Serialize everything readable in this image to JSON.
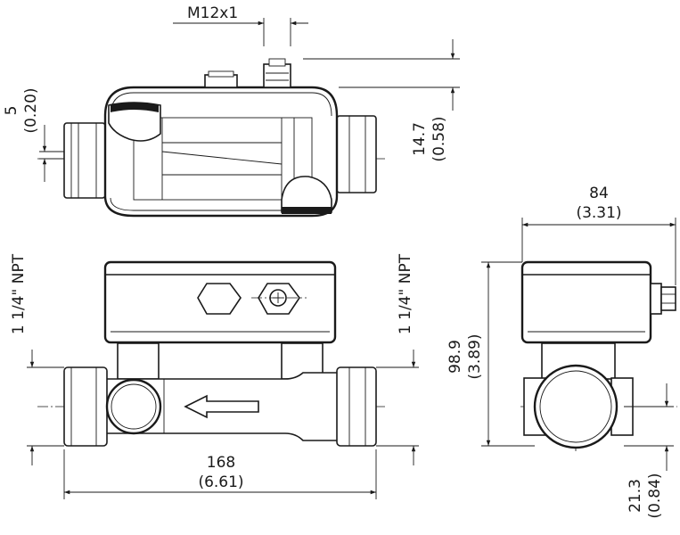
{
  "labels": {
    "thread": "M12x1",
    "offset_mm": "5",
    "offset_in": "(0.20)",
    "height_top_mm": "14.7",
    "height_top_in": "(0.58)",
    "width_mm": "84",
    "width_in": "(3.31)",
    "pipe_left": "1 1/4\" NPT",
    "pipe_right": "1 1/4\" NPT",
    "height_mm": "98.9",
    "height_in": "(3.89)",
    "length_mm": "168",
    "length_in": "(6.61)",
    "axis_mm": "21.3",
    "axis_in": "(0.84)"
  }
}
